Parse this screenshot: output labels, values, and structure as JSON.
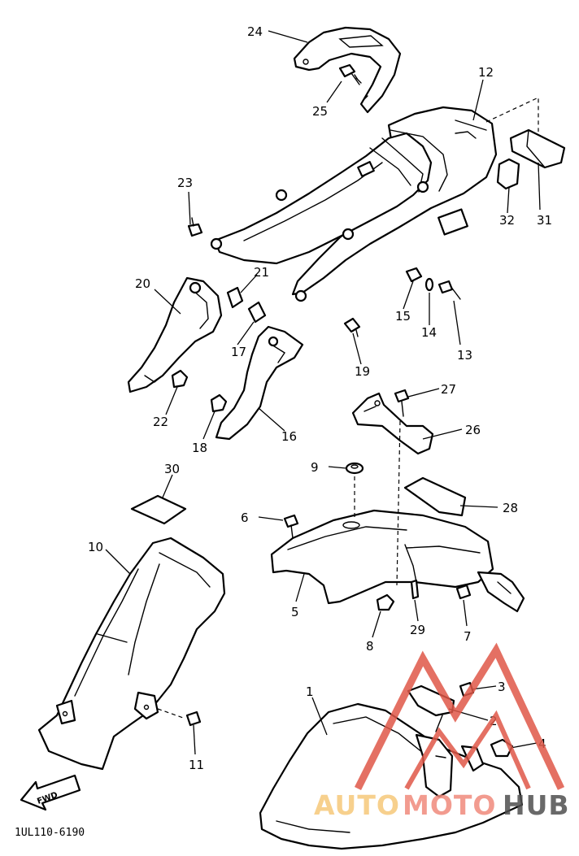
{
  "diagram": {
    "code": "1UL110-6190",
    "fwd_label": "FWD",
    "callouts": [
      "1",
      "2",
      "3",
      "4",
      "5",
      "6",
      "7",
      "8",
      "9",
      "10",
      "11",
      "12",
      "13",
      "14",
      "15",
      "16",
      "17",
      "18",
      "19",
      "20",
      "21",
      "22",
      "23",
      "24",
      "25",
      "26",
      "27",
      "28",
      "29",
      "30",
      "31",
      "32"
    ]
  },
  "watermark": {
    "text_auto": "AUTO",
    "text_moto": "MOTO",
    "text_hub": "HUB",
    "colors": {
      "auto": "#f6c87a",
      "moto": "#f08a7c",
      "hub": "#4f4f4f",
      "logo": "#e05848"
    }
  }
}
